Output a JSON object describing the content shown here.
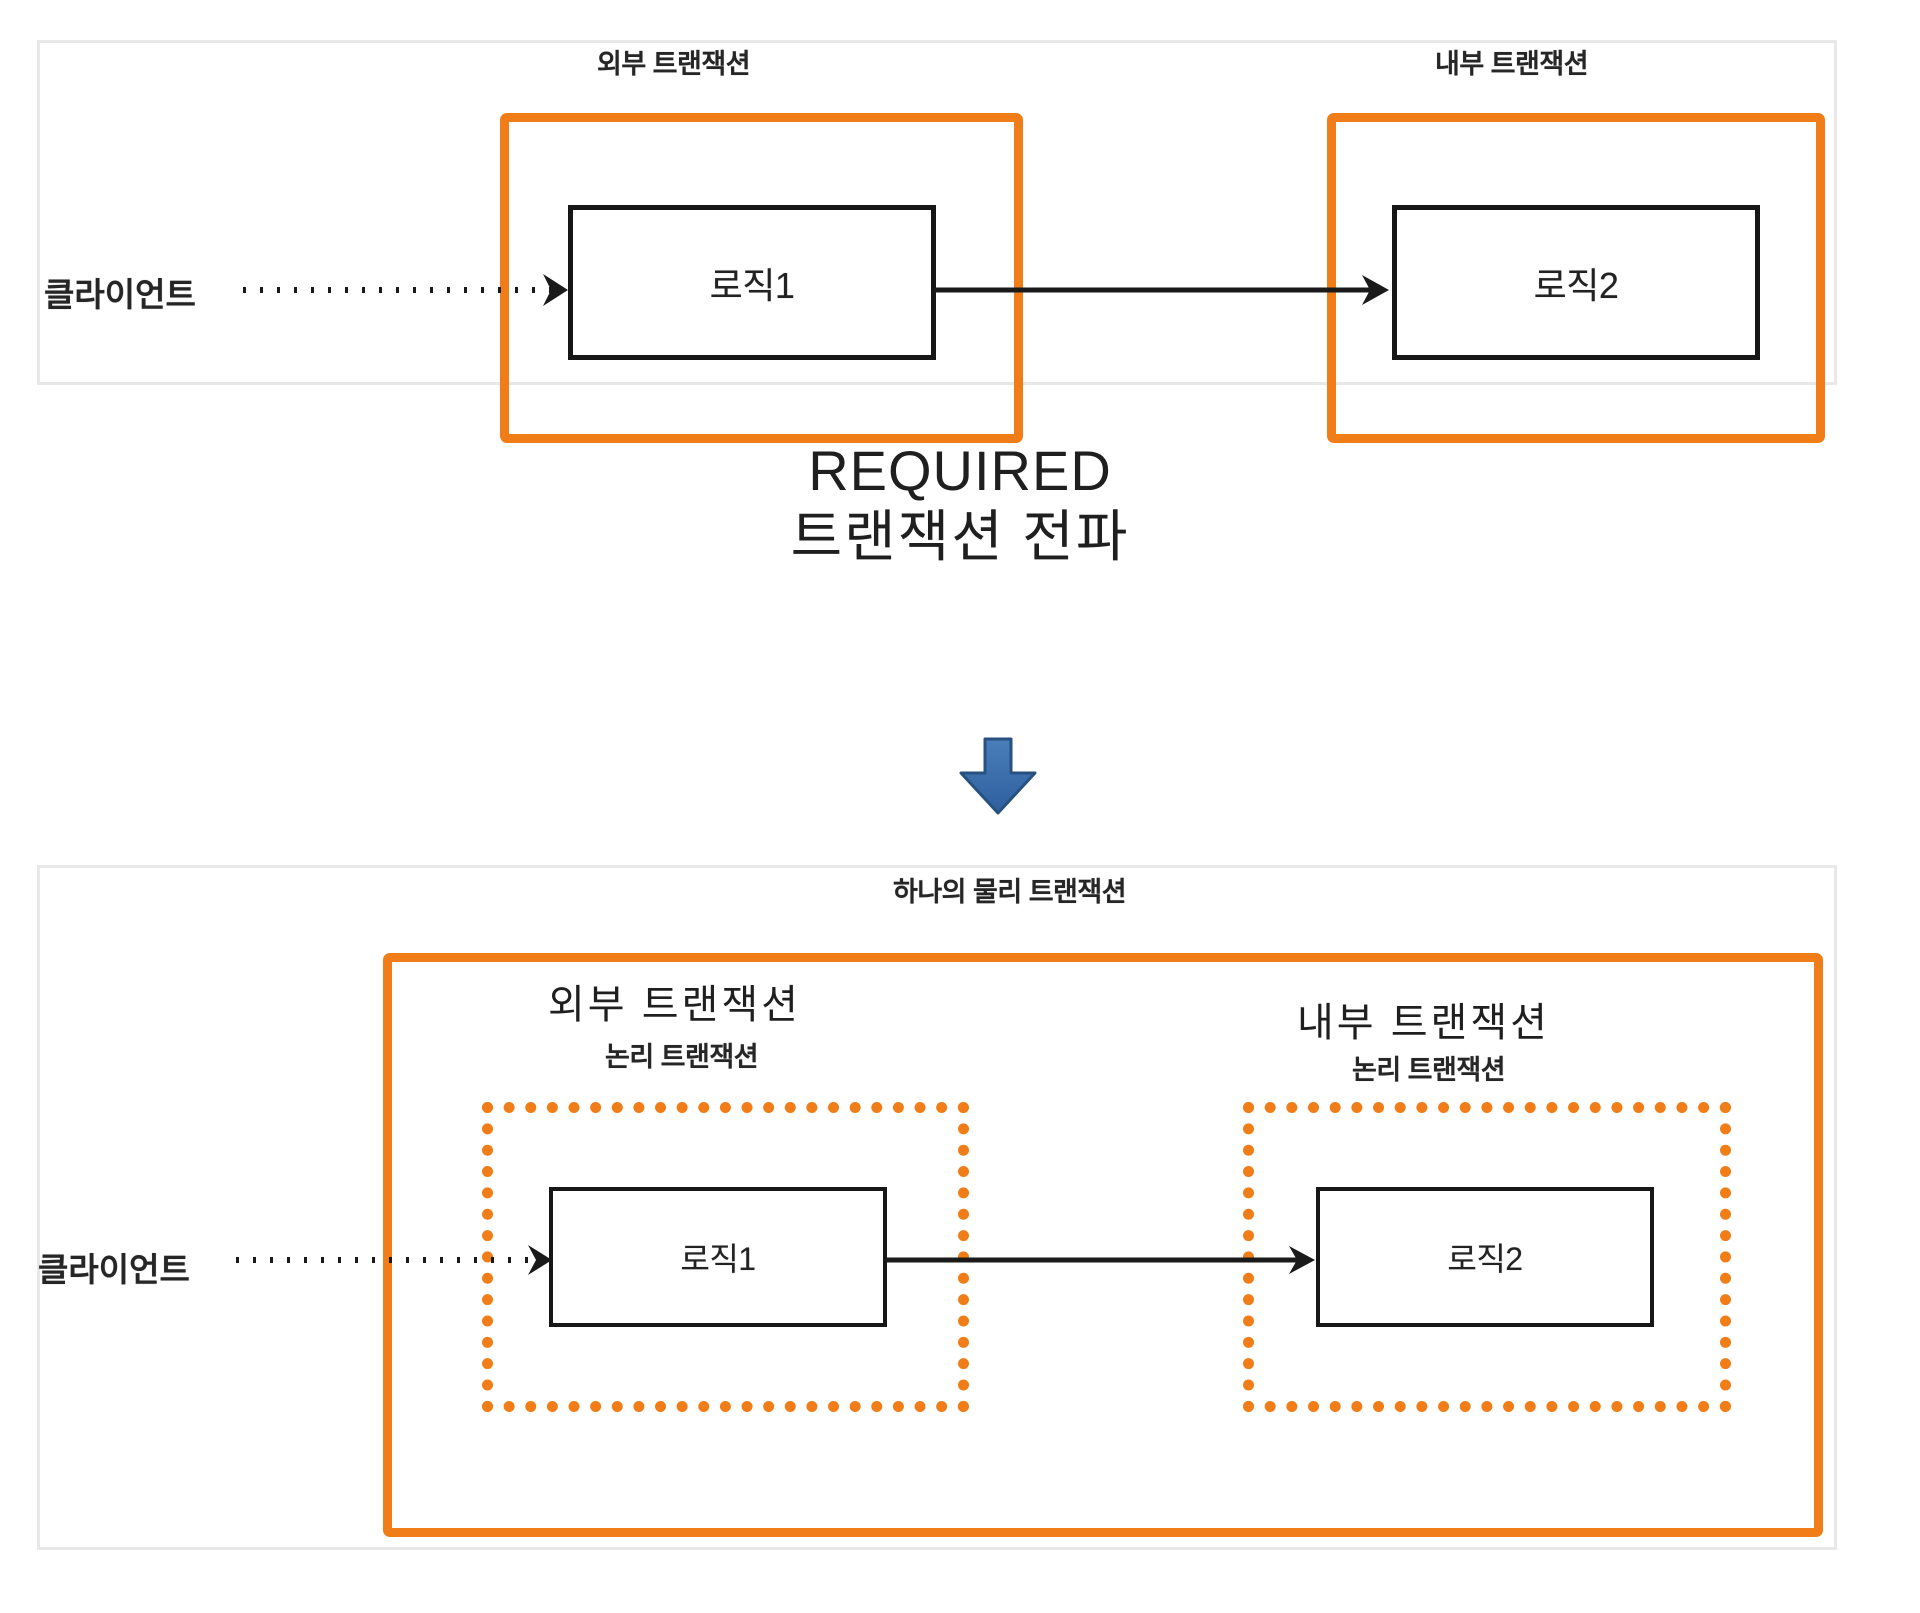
{
  "diagram": {
    "title_center": {
      "line1": "REQUIRED",
      "line2": "트랜잭션 전파"
    },
    "arrow_icon": "down-arrow-icon",
    "colors": {
      "orange": "#F07D18",
      "panel_border": "#E8E8E8",
      "logic_border": "#171717",
      "blue_arrow": "#3B6FB0",
      "text": "#262626"
    },
    "top_panel": {
      "client_label": "클라이언트",
      "outer_tx_caption": "외부 트랜잭션",
      "inner_tx_caption": "내부 트랜잭션",
      "logic1_label": "로직1",
      "logic2_label": "로직2"
    },
    "bottom_panel": {
      "physical_tx_caption": "하나의 물리 트랜잭션",
      "client_label": "클라이언트",
      "outer_tx_caption": "외부 트랜잭션",
      "outer_logical_caption": "논리 트랜잭션",
      "inner_tx_caption": "내부 트랜잭션",
      "inner_logical_caption": "논리 트랜잭션",
      "logic1_label": "로직1",
      "logic2_label": "로직2"
    }
  }
}
